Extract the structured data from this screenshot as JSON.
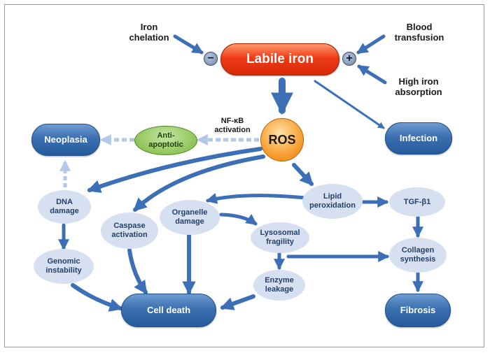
{
  "nodes": {
    "labile_iron": "Labile iron",
    "ros": "ROS",
    "neoplasia": "Neoplasia",
    "infection": "Infection",
    "anti_apoptotic": "Anti-\napoptotic",
    "dna_damage": "DNA\ndamage",
    "genomic_instability": "Genomic\ninstability",
    "caspase_activation": "Caspase\nactivation",
    "organelle_damage": "Organelle\ndamage",
    "lysosomal_fragility": "Lysosomal\nfragility",
    "enzyme_leakage": "Enzyme\nleakage",
    "lipid_peroxidation": "Lipid\nperoxidation",
    "tgf_b1": "TGF-β1",
    "collagen_synthesis": "Collagen\nsynthesis",
    "cell_death": "Cell death",
    "fibrosis": "Fibrosis"
  },
  "inputs": {
    "iron_chelation": "Iron\nchelation",
    "blood_transfusion": "Blood\ntransfusion",
    "high_iron_absorption": "High iron\nabsorption"
  },
  "signs": {
    "minus": "−",
    "plus": "+"
  },
  "edge_labels": {
    "nfkb_activation": "NF-κB\nactivation"
  },
  "colors": {
    "arrow_blue": "#3d6fb6",
    "arrow_light": "#b3c8e6",
    "labile_iron_fill": "#e8401b",
    "ros_fill": "#f59a2c",
    "anti_apoptotic_fill": "#9ccc6a",
    "outcome_fill": "#3b6fb0",
    "process_fill": "#d7e0f0"
  }
}
